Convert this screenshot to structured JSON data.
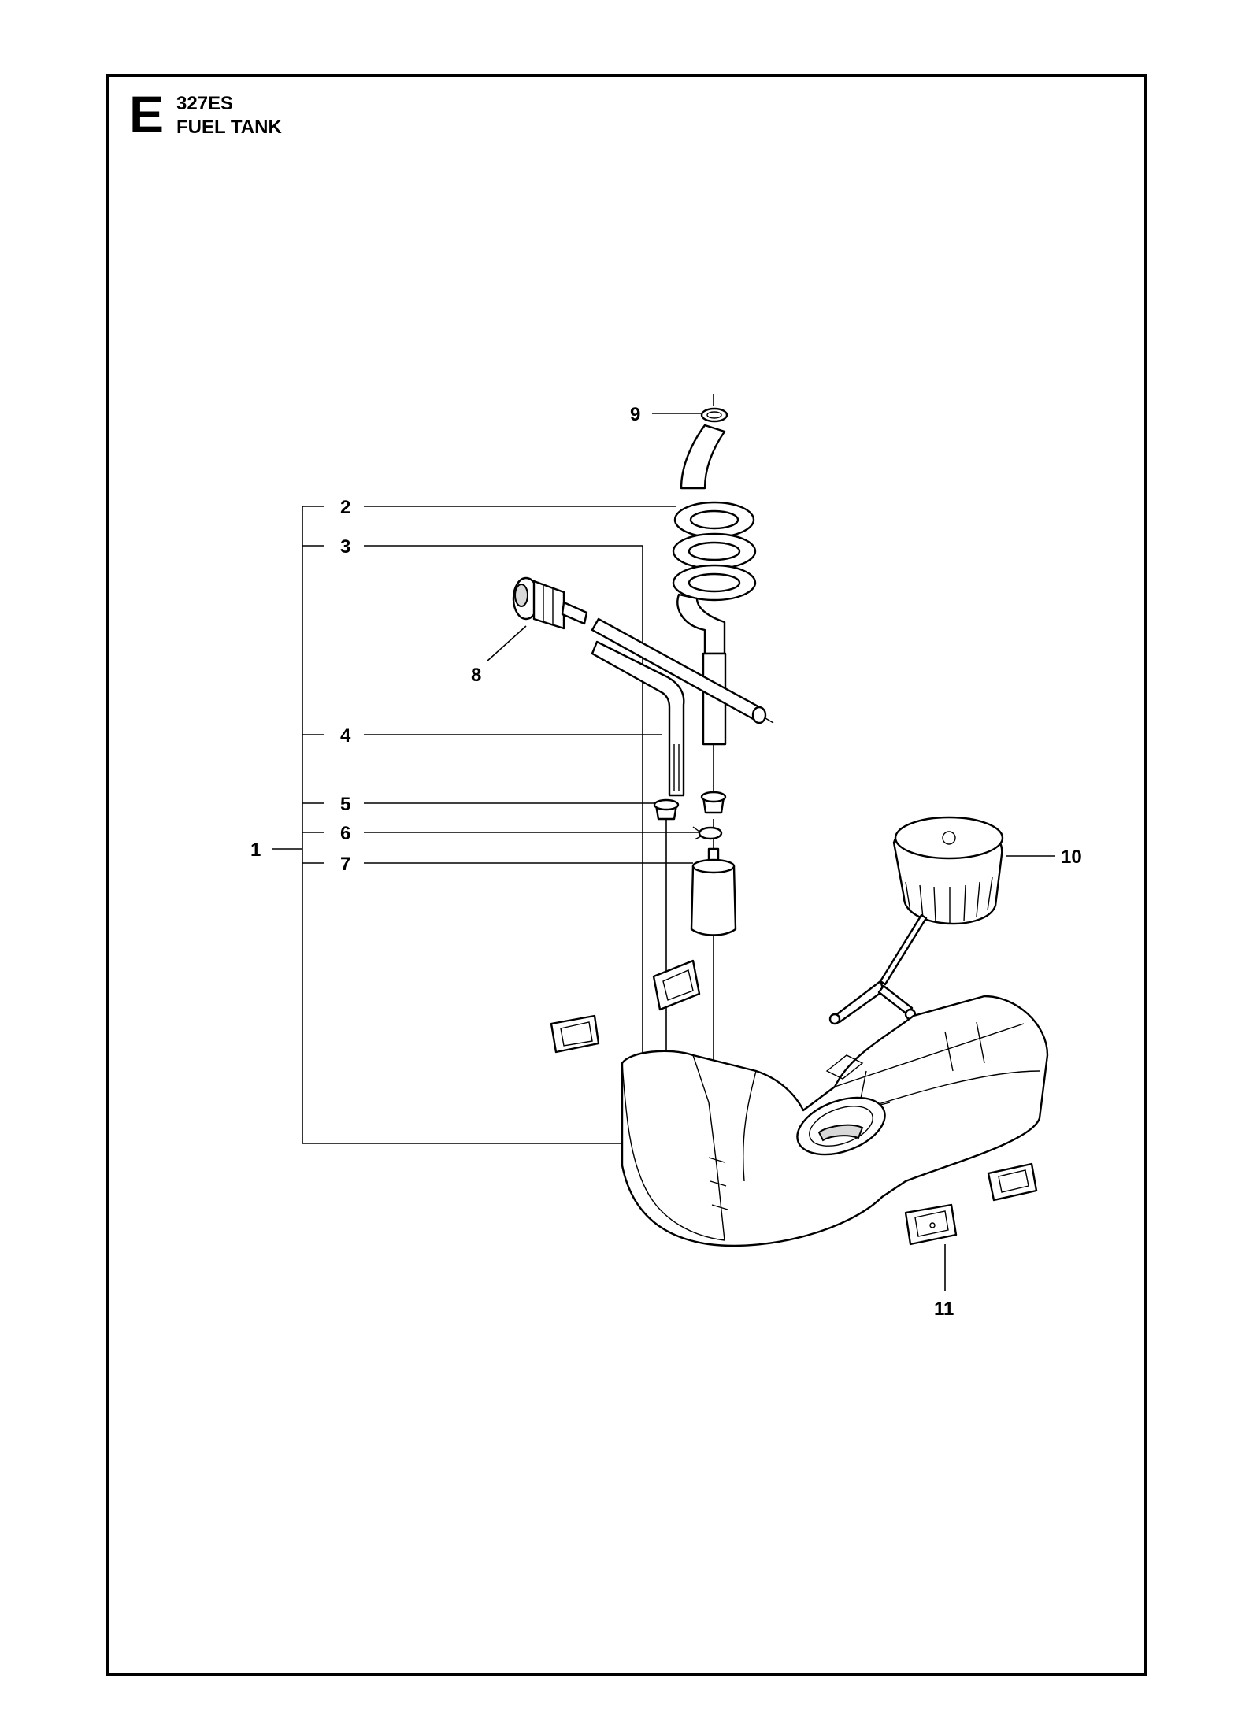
{
  "header": {
    "section_letter": "E",
    "model": "327ES",
    "title": "FUEL TANK"
  },
  "callouts": [
    {
      "id": "callout-1",
      "label": "1"
    },
    {
      "id": "callout-2",
      "label": "2"
    },
    {
      "id": "callout-3",
      "label": "3"
    },
    {
      "id": "callout-4",
      "label": "4"
    },
    {
      "id": "callout-5",
      "label": "5"
    },
    {
      "id": "callout-6",
      "label": "6"
    },
    {
      "id": "callout-7",
      "label": "7"
    },
    {
      "id": "callout-8",
      "label": "8"
    },
    {
      "id": "callout-9",
      "label": "9"
    },
    {
      "id": "callout-10",
      "label": "10"
    },
    {
      "id": "callout-11",
      "label": "11"
    }
  ]
}
